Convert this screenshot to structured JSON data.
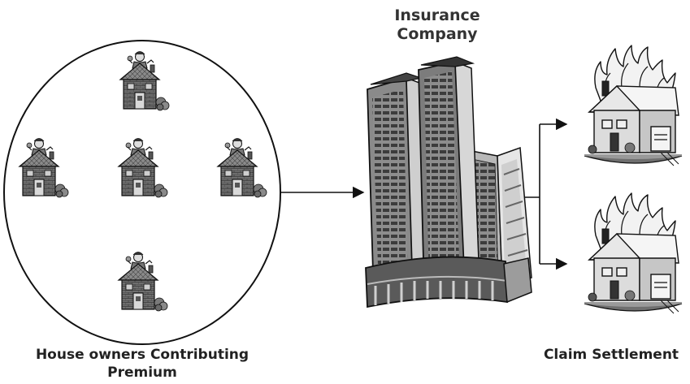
{
  "insurance_company": {
    "line1": "Insurance",
    "line2": "Company"
  },
  "house_owners": {
    "line1": "House owners Contributing",
    "line2": "Premium"
  },
  "claim_settlement": {
    "label": "Claim Settlement"
  },
  "colors": {
    "stroke": "#111111",
    "building_dark": "#555555",
    "building_mid": "#9a9a9a",
    "building_light": "#d4d4d4",
    "house_brick": "#6e6e6e",
    "fire": "#f2f2f2"
  },
  "icons": [
    "house-owner-icon",
    "office-building-icon",
    "burning-house-icon",
    "arrow-right-icon"
  ]
}
